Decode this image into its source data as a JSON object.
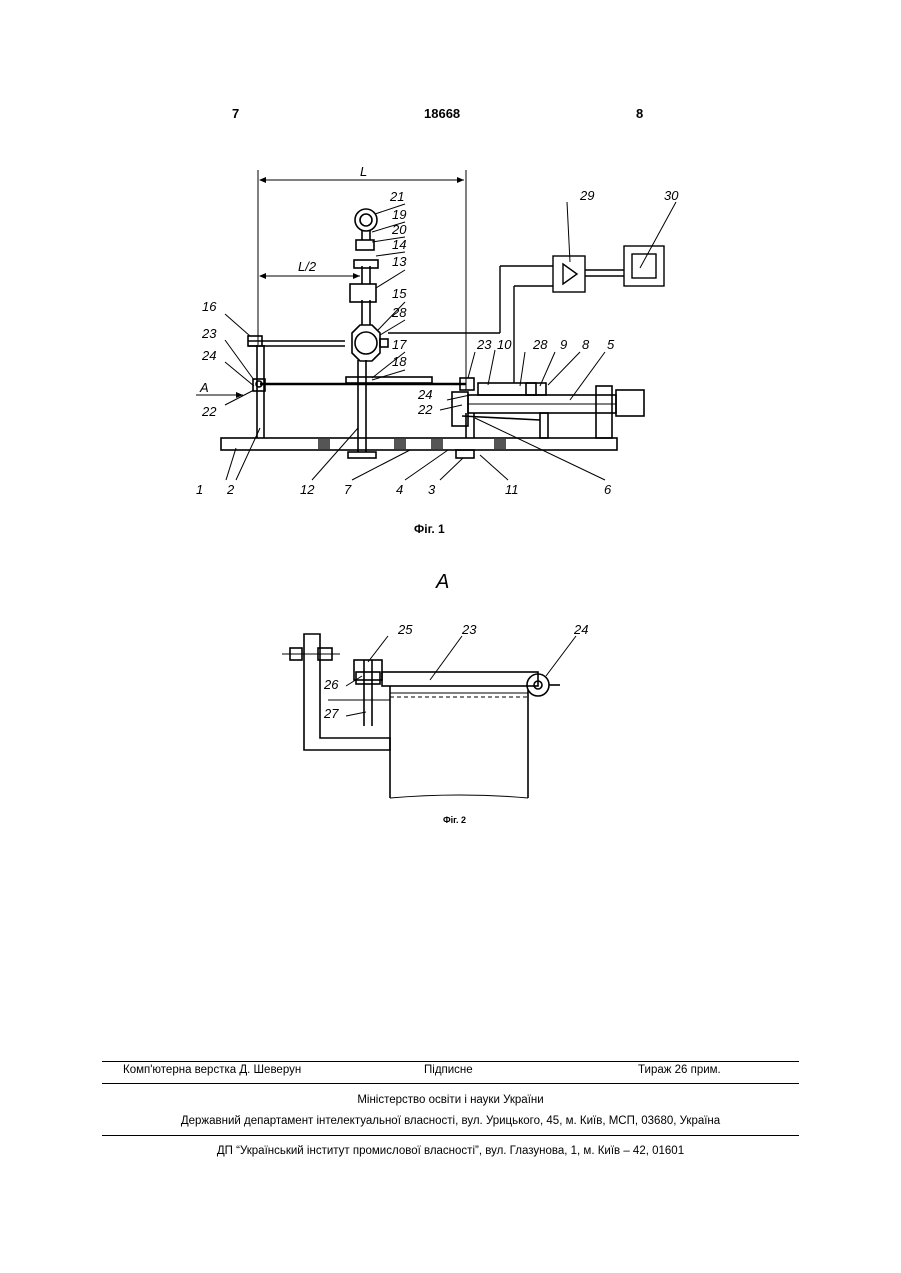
{
  "header": {
    "left_page": "7",
    "patent_number": "18668",
    "right_page": "8"
  },
  "figure1": {
    "caption": "Фіг. 1",
    "dim_L": "L",
    "dim_L_half": "L/2",
    "view_arrow": "A",
    "labels": [
      "21",
      "19",
      "20",
      "14",
      "13",
      "15",
      "28",
      "17",
      "18",
      "16",
      "23",
      "24",
      "22",
      "29",
      "30",
      "23",
      "10",
      "28",
      "9",
      "8",
      "5",
      "24",
      "22",
      "1",
      "2",
      "12",
      "7",
      "4",
      "3",
      "11",
      "6"
    ]
  },
  "figure2": {
    "title": "A",
    "caption": "Фіг. 2",
    "labels": [
      "25",
      "23",
      "24",
      "26",
      "27"
    ]
  },
  "footer": {
    "typesetting": "Комп'ютерна верстка Д. Шеверун",
    "signed": "Підписне",
    "circulation": "Тираж 26 прим.",
    "ministry": "Міністерство освіти і науки України",
    "department": "Державний департамент інтелектуальної власності, вул. Урицького, 45, м. Київ, МСП, 03680, Україна",
    "institute": "ДП “Український інститут промислової власності”, вул. Глазунова, 1, м. Київ – 42, 01601"
  }
}
